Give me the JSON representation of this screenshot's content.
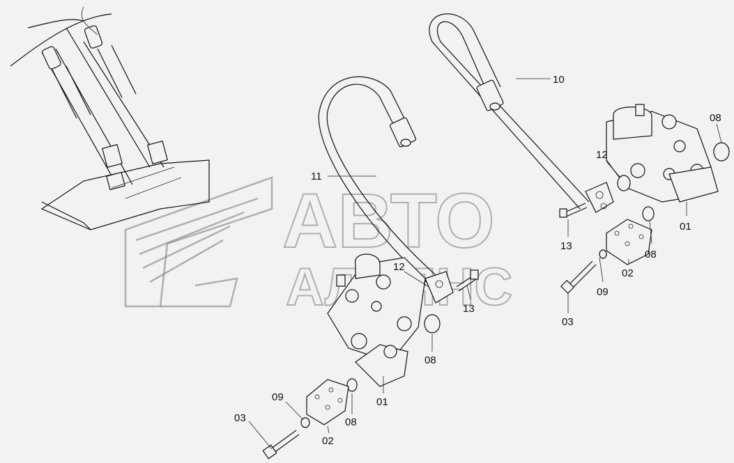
{
  "watermark": {
    "line1": "АВТО",
    "line2": "АЛЬЯНС"
  },
  "callouts": [
    {
      "id": "c10",
      "label": "10"
    },
    {
      "id": "c08a",
      "label": "08"
    },
    {
      "id": "c12a",
      "label": "12"
    },
    {
      "id": "c11",
      "label": "11"
    },
    {
      "id": "c01a",
      "label": "01"
    },
    {
      "id": "c13a",
      "label": "13"
    },
    {
      "id": "c08b",
      "label": "08"
    },
    {
      "id": "c12b",
      "label": "12"
    },
    {
      "id": "c02a",
      "label": "02"
    },
    {
      "id": "c13b",
      "label": "13"
    },
    {
      "id": "c09a",
      "label": "09"
    },
    {
      "id": "c03a",
      "label": "03"
    },
    {
      "id": "c08c",
      "label": "08"
    },
    {
      "id": "c01b",
      "label": "01"
    },
    {
      "id": "c09b",
      "label": "09"
    },
    {
      "id": "c03b",
      "label": "03"
    },
    {
      "id": "c08d",
      "label": "08"
    },
    {
      "id": "c02b",
      "label": "02"
    }
  ]
}
